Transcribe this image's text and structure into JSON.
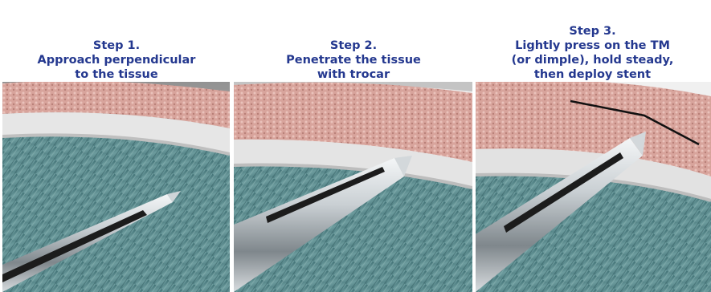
{
  "steps": [
    {
      "title": "Step 1.",
      "lines": [
        "Approach perpendicular",
        "to the tissue"
      ]
    },
    {
      "title": "Step 2.",
      "lines": [
        "Penetrate the tissue",
        "with trocar"
      ]
    },
    {
      "title": "Step 3.",
      "lines": [
        "Lightly press on the TM",
        "(or dimple), hold steady,",
        "then deploy stent"
      ]
    }
  ],
  "colors": {
    "caption_text": "#24388f",
    "tissue_pink": "#d9a9a0",
    "iris_teal": "#5f8f93",
    "instrument_steel": "#c9cfd3",
    "annotation_line": "#111111"
  }
}
